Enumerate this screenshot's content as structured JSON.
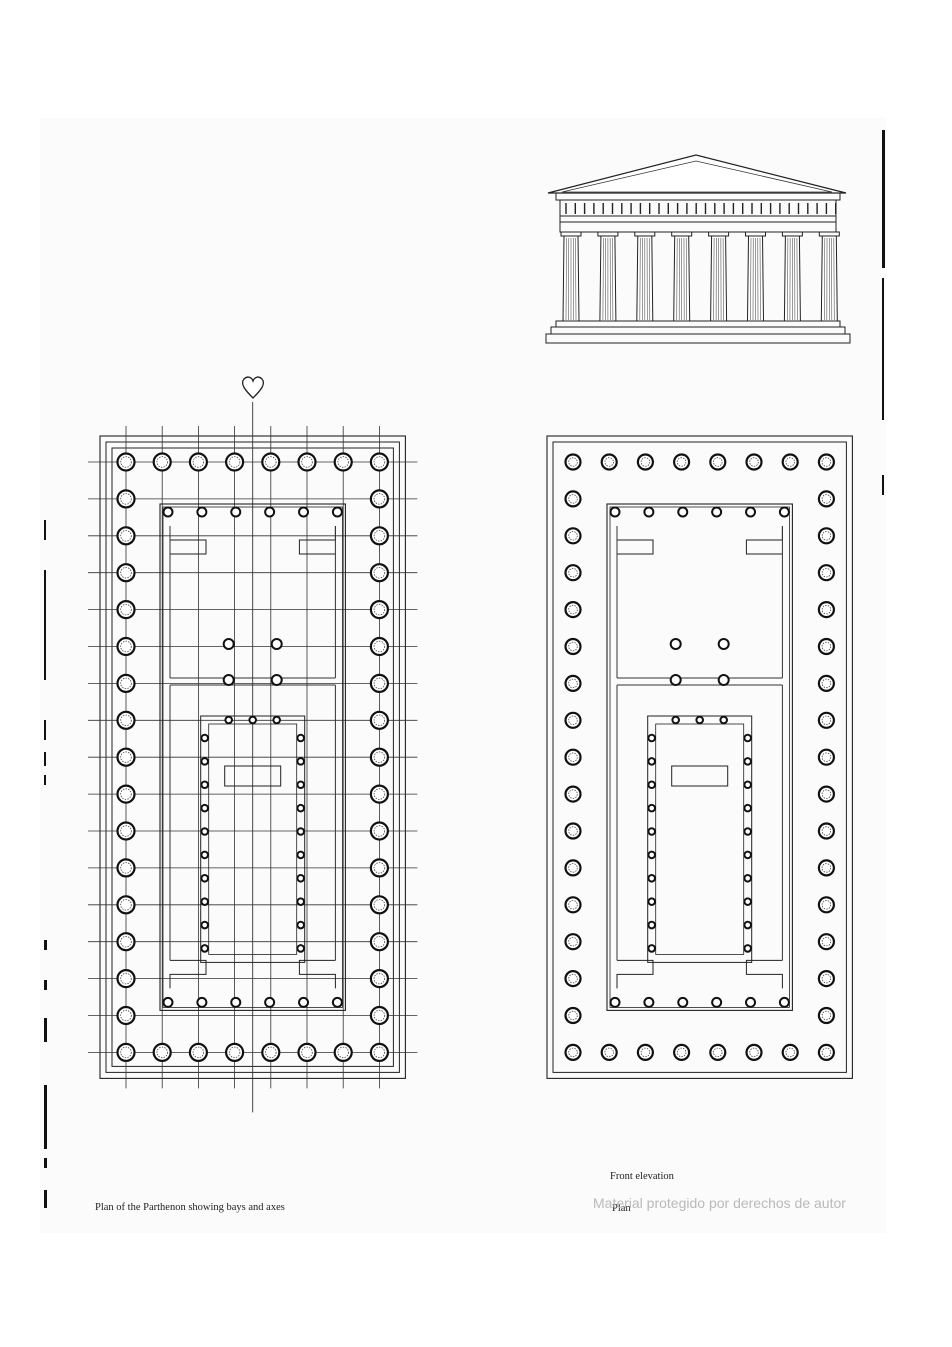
{
  "captions": {
    "plan_bays_axes": "Plan of the Parthenon showing bays and axes",
    "front_elevation": "Front elevation",
    "plan": "Plan"
  },
  "watermark": "Material protegido por derechos de autor",
  "symbols": {
    "axis_marker": "heart-icon"
  },
  "structure": {
    "peristyle_columns_front": 8,
    "peristyle_columns_side": 17,
    "pronaos_columns": 6,
    "cella_interior_columns_side": 10,
    "cella_interior_columns_end": 3,
    "opisthodomos_columns": 4
  }
}
